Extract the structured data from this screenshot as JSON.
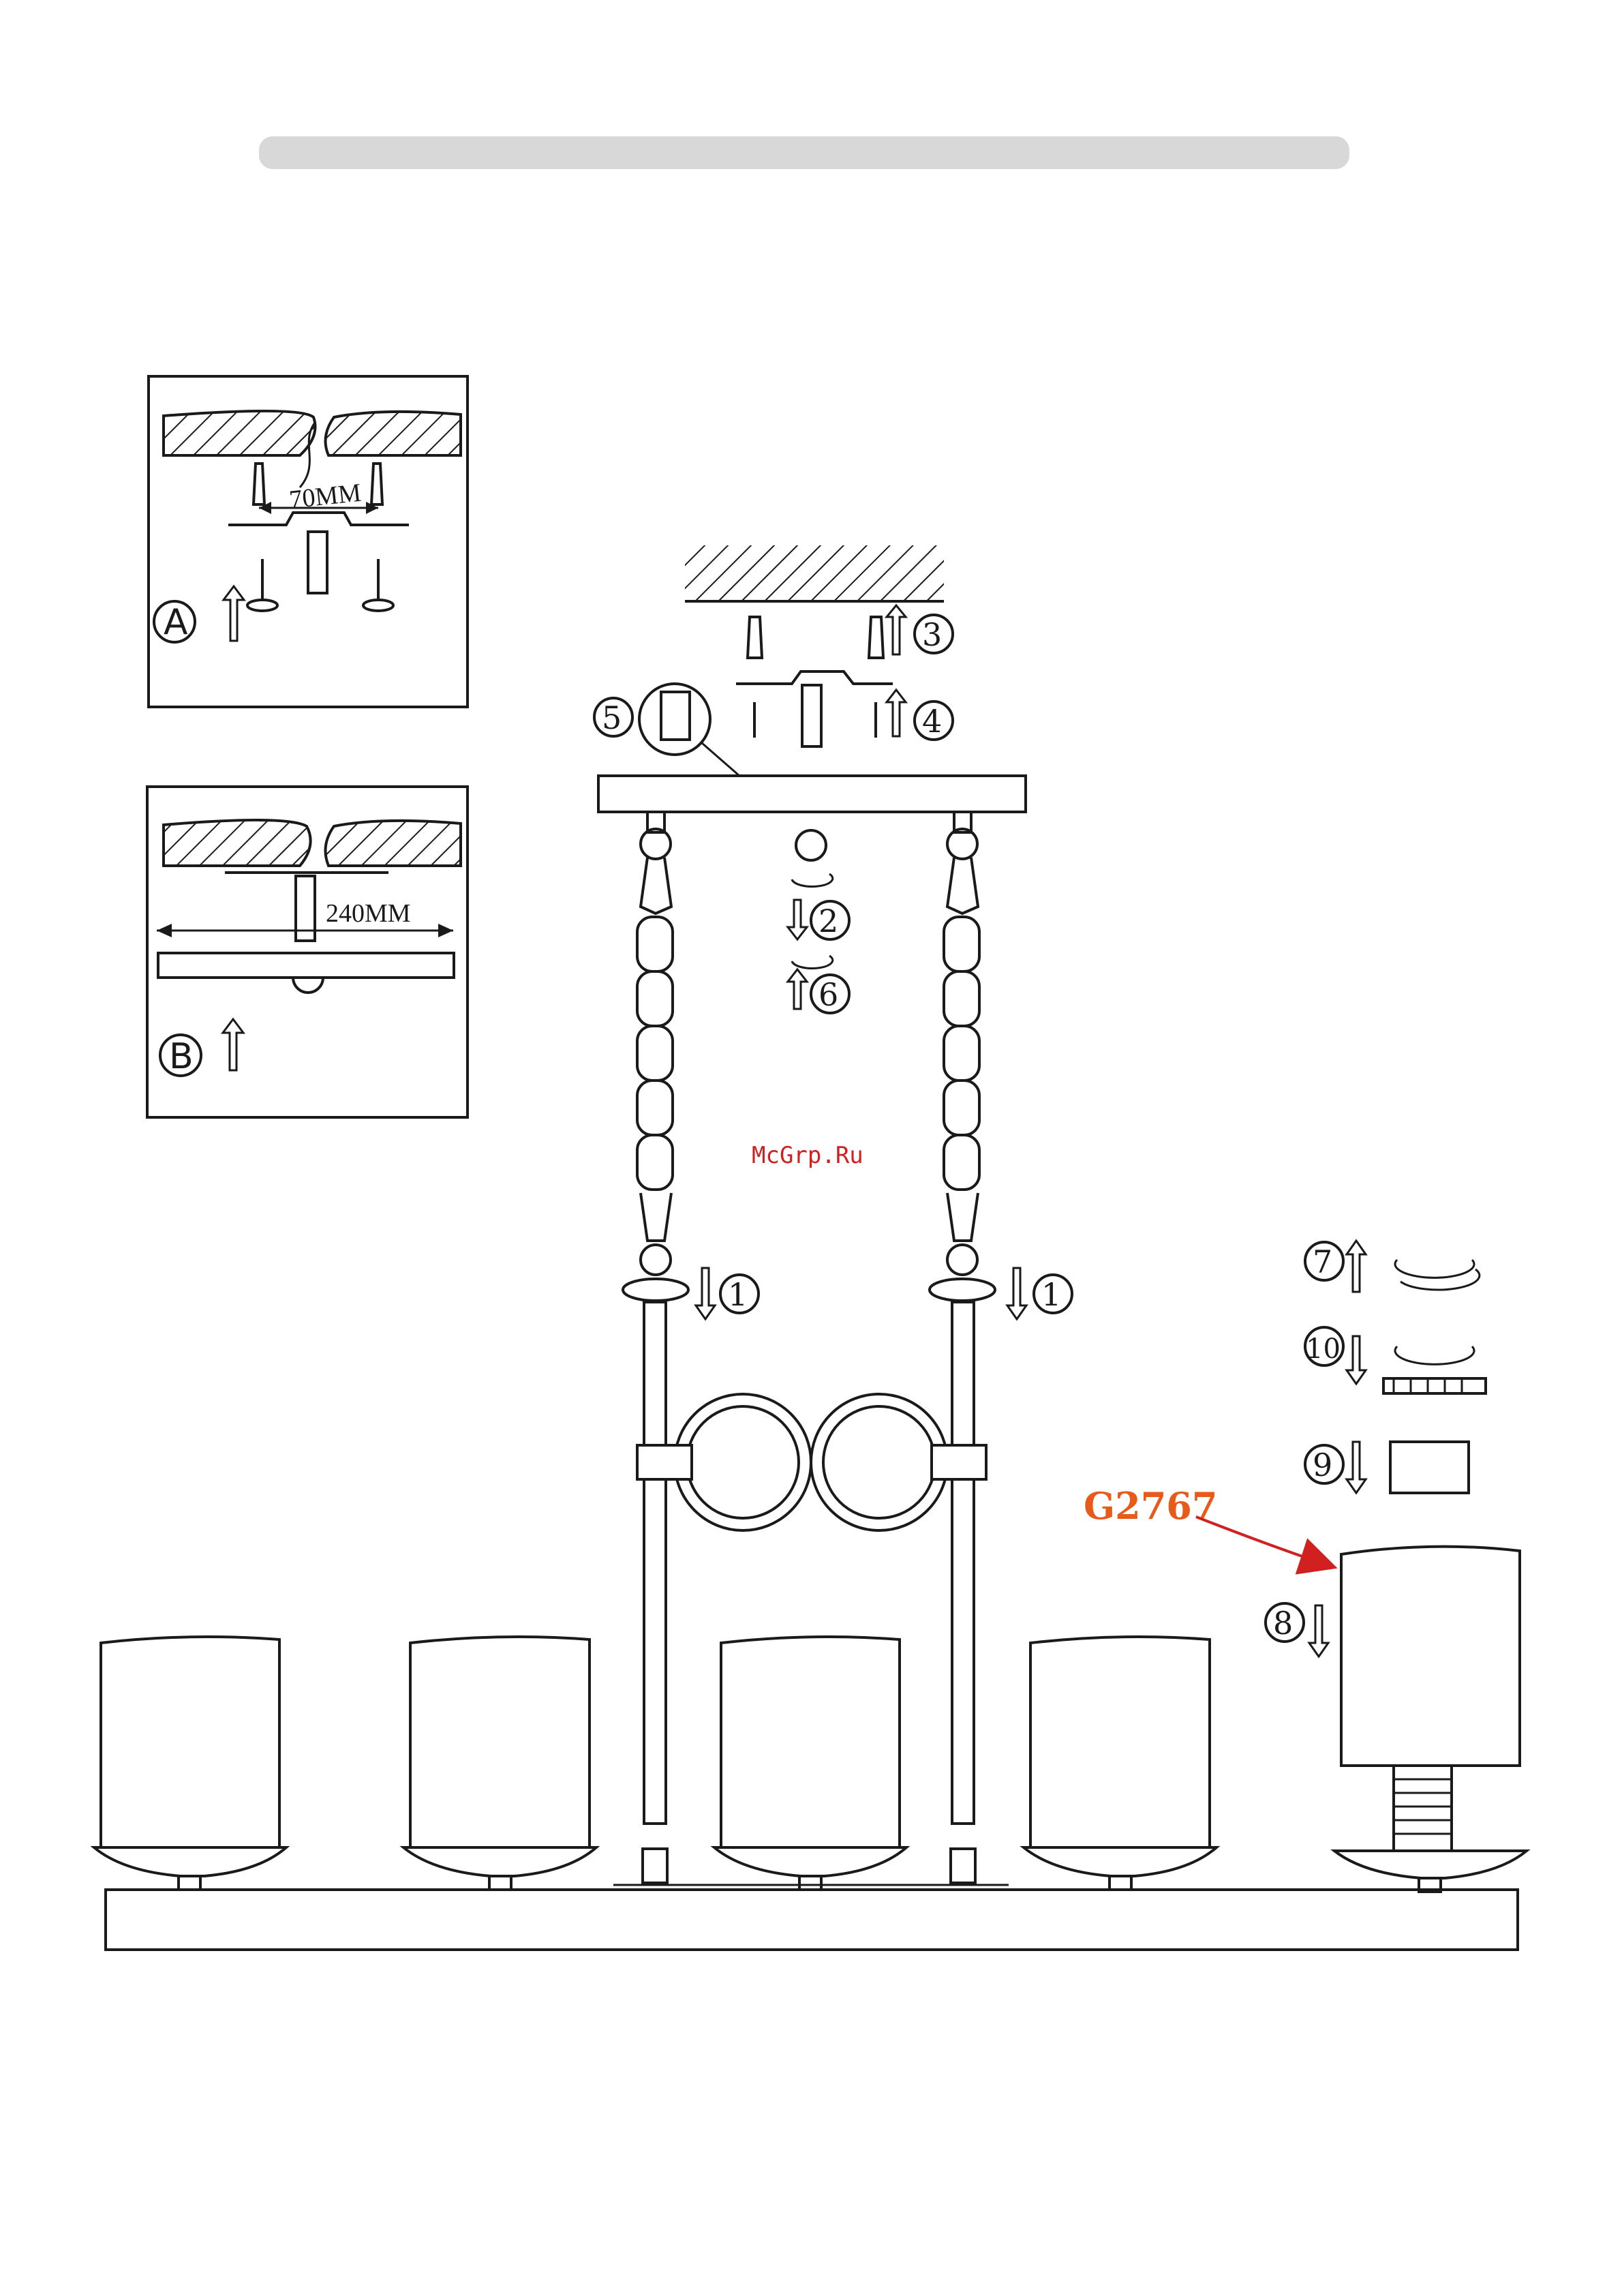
{
  "header": {
    "text": ""
  },
  "watermark": "McGrp.Ru",
  "model_label": "G2767",
  "panel_a": {
    "letter": "A",
    "dimension": "70MM"
  },
  "panel_b": {
    "letter": "B",
    "dimension": "240MM"
  },
  "steps": {
    "s1_left": "1",
    "s1_right": "1",
    "s2": "2",
    "s3": "3",
    "s4": "4",
    "s5": "5",
    "s6": "6",
    "s7": "7",
    "s8": "8",
    "s9": "9",
    "s10": "10"
  },
  "colors": {
    "watermark": "#d02020",
    "model": "#e85a1a",
    "line": "#1a1a1a"
  },
  "icons": [
    "ceiling-hatch-icon",
    "screw-icon",
    "anchor-plug-icon",
    "arrow-up-icon",
    "arrow-down-icon",
    "rotate-icon",
    "chain-icon",
    "lamp-shade-icon"
  ]
}
